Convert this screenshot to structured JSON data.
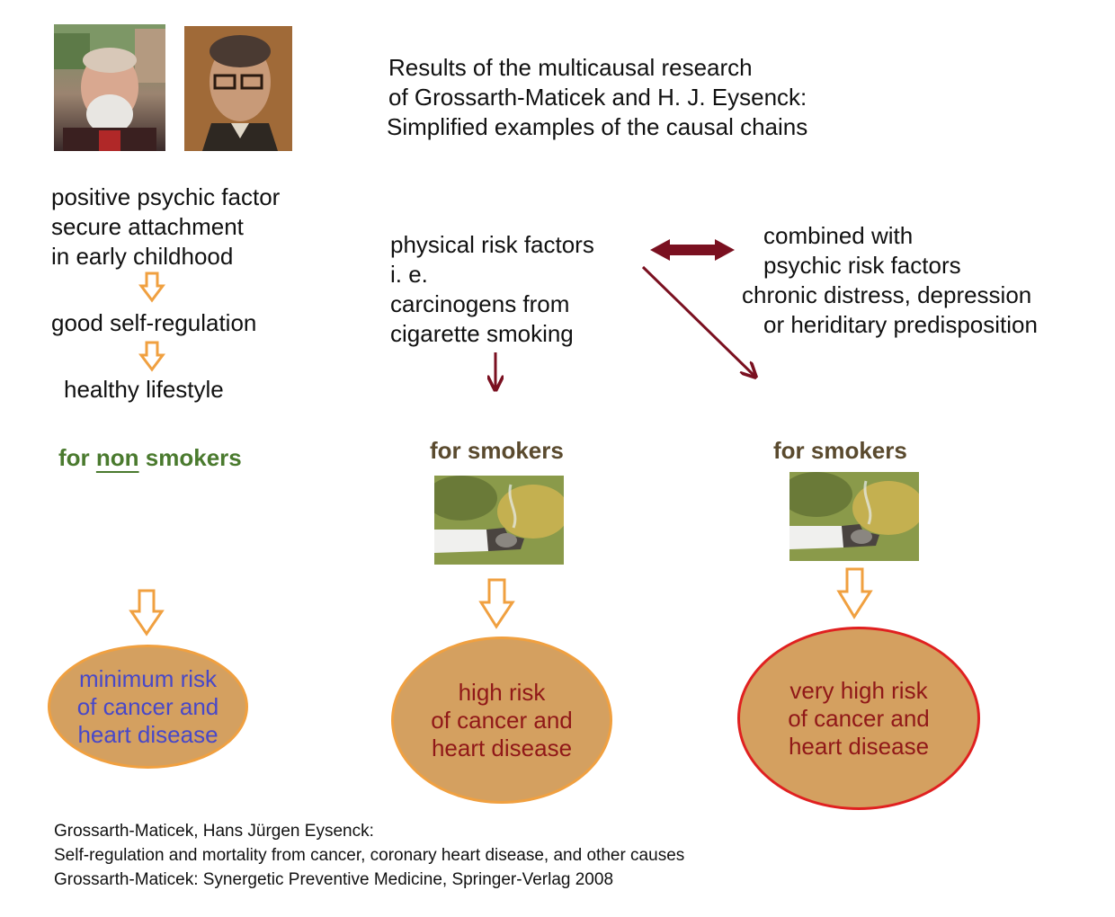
{
  "title": {
    "lines": [
      "Results of the multicausal research",
      "of Grossarth-Maticek and H. J. Eysenck:",
      "Simplified examples of the causal chains"
    ]
  },
  "left_column": {
    "factor_lines": [
      "positive psychic factor",
      "secure attachment",
      "in early childhood"
    ],
    "self_regulation": "good self-regulation",
    "lifestyle": "healthy lifestyle",
    "heading": {
      "prefix": "for ",
      "underlined": "non",
      "suffix": " smokers"
    },
    "outcome_lines": [
      "minimum risk",
      "of cancer and",
      "heart disease"
    ]
  },
  "middle_column": {
    "factor_lines": [
      "physical risk factors",
      "i. e.",
      "carcinogens from",
      "cigarette smoking"
    ],
    "heading": "for smokers",
    "outcome_lines": [
      "high risk",
      "of cancer and",
      "heart disease"
    ]
  },
  "right_column": {
    "factor_lines": [
      "combined with",
      "psychic risk factors",
      "chronic distress, depression",
      "or heriditary predisposition"
    ],
    "heading": "for smokers",
    "outcome_lines": [
      "very high risk",
      "of cancer and",
      "heart disease"
    ]
  },
  "references": [
    "Grossarth-Maticek, Hans Jürgen Eysenck:",
    "Self-regulation and mortality from cancer, coronary heart disease, and other causes",
    "Grossarth-Maticek: Synergetic Preventive Medicine, Springer-Verlag 2008"
  ],
  "colors": {
    "green_heading": "#4a7a2e",
    "brown_heading": "#5a4a2e",
    "orange_arrow": "#f0a040",
    "dark_red_arrow": "#7a1020",
    "oval_fill": "#d4a060",
    "oval_border_orange": "#f0a040",
    "oval_border_red": "#e02020",
    "blue_text": "#4848c8",
    "red_text": "#901818"
  }
}
